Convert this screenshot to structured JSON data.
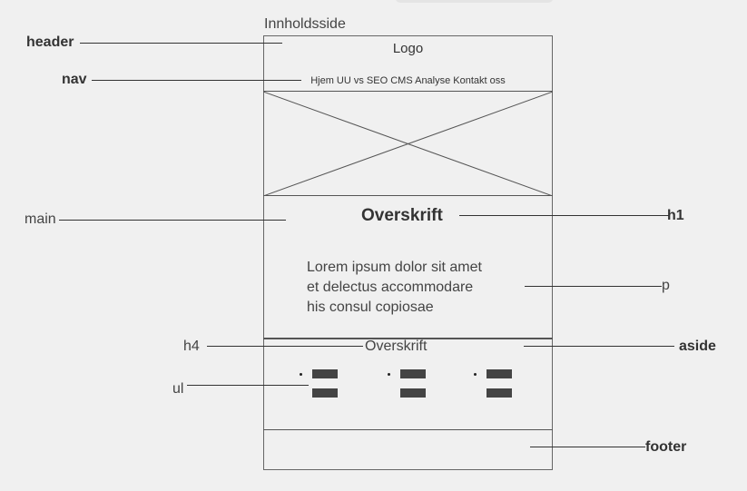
{
  "page_title": "Innholdsside",
  "header": {
    "logo_text": "Logo"
  },
  "nav": {
    "links": "Hjem UU vs SEO CMS Analyse Kontakt oss"
  },
  "hero": {
    "image_placeholder": "image-placeholder-icon"
  },
  "main": {
    "heading": "Overskrift",
    "paragraph_lines": [
      "Lorem ipsum dolor sit amet",
      "et delectus accommodare",
      "his consul copiosae"
    ]
  },
  "aside": {
    "heading": "Overskrift"
  },
  "annotations": {
    "header": "header",
    "nav": "nav",
    "main": "main",
    "h1": "h1",
    "p": "p",
    "h4": "h4",
    "aside": "aside",
    "ul": "ul",
    "footer": "footer"
  }
}
